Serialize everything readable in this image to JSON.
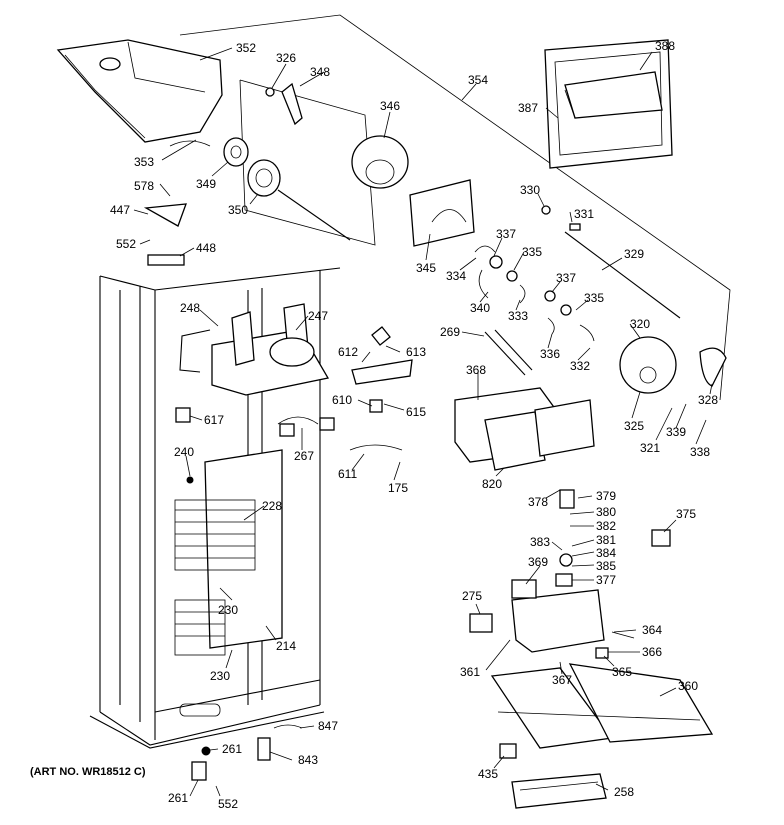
{
  "diagram": {
    "art_number": "(ART NO. WR18512 C)",
    "labels": [
      "352",
      "326",
      "348",
      "346",
      "388",
      "354",
      "387",
      "353",
      "349",
      "350",
      "578",
      "447",
      "552",
      "448",
      "345",
      "330",
      "331",
      "337",
      "335",
      "329",
      "334",
      "340",
      "333",
      "336",
      "332",
      "320",
      "248",
      "247",
      "612",
      "613",
      "269",
      "368",
      "328",
      "617",
      "610",
      "615",
      "325",
      "321",
      "339",
      "338",
      "240",
      "267",
      "611",
      "175",
      "820",
      "228",
      "378",
      "379",
      "380",
      "382",
      "383",
      "381",
      "384",
      "385",
      "377",
      "375",
      "369",
      "275",
      "364",
      "366",
      "230",
      "214",
      "361",
      "365",
      "367",
      "360",
      "847",
      "261",
      "843",
      "435",
      "258"
    ]
  }
}
